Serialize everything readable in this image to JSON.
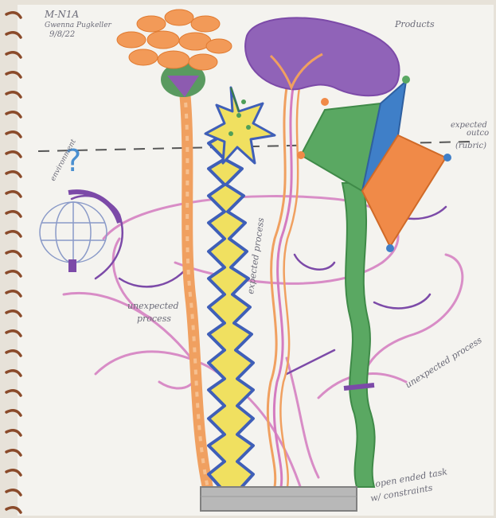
{
  "header": {
    "line1": "M-N1A",
    "line2": "Gwenna Pugkeller",
    "line3": "9/8/22"
  },
  "labels": {
    "products": "Products",
    "expected_outcome_1": "expected",
    "expected_outcome_2": "outco",
    "expected_outcome_3": "(rubric)",
    "environment": "environment",
    "expected_process": "expected process",
    "unexpected_process_left_1": "unexpected",
    "unexpected_process_left_2": "process",
    "unexpected_process_right": "unexpected process",
    "open_ended_1": "open ended task",
    "open_ended_2": "w/ constraints"
  },
  "colors": {
    "paper": "#f4f3ef",
    "orange": "#f0a060",
    "purple": "#8d5bb0",
    "yellow": "#f0e060",
    "blue": "#3f5fb8",
    "green": "#4f9f58",
    "pink": "#d47bc0",
    "gray": "#9a9a9a"
  }
}
